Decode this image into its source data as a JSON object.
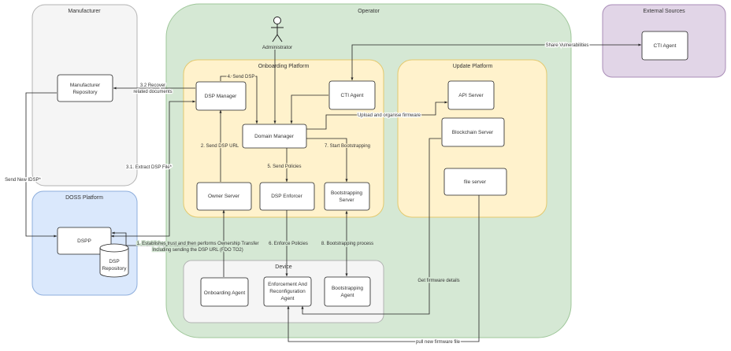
{
  "containers": {
    "manufacturer": "Manufacturer",
    "operator": "Operator",
    "external_sources": "External Sources",
    "doss_platform": "DOSS Platform",
    "onboarding_platform": "Onboarding Platform",
    "update_platform": "Update Platform",
    "device": "Device"
  },
  "actor": {
    "administrator": "Administrator"
  },
  "nodes": {
    "manufacturer_repository": [
      "Manufacturer",
      "Repository"
    ],
    "dsp_manager": "DSP Manager",
    "cti_agent_onboarding": "CTI Agent",
    "domain_manager": "Domain Manager",
    "owner_server": "Owner Server",
    "dsp_enforcer": "DSP Enforcer",
    "bootstrapping_server": [
      "Bootstrapping",
      "Server"
    ],
    "api_server": "API Server",
    "blockchain_server": "Blockchain Server",
    "file_server": "file server",
    "cti_agent_external": "CTI Agent",
    "dspp": "DSPP",
    "dsp_repository": [
      "DSP",
      "Repository"
    ],
    "onboarding_agent": "Onboarding Agent",
    "enforcement_agent": [
      "Enforcement And",
      "Reconfiguration",
      "Agent"
    ],
    "bootstrapping_agent": [
      "Bootstrapping",
      "Agent"
    ]
  },
  "edge_labels": {
    "send_dsp": "4. Send DSP",
    "recover_docs": [
      "3.2 Recover",
      "related documents"
    ],
    "share_vulnerabilities": "Share Vulnerabilities",
    "upload_firmware": "Upload and organise firmware",
    "send_dsp_url": "2. Send DSP URL",
    "start_bootstrapping": "7. Start Bootstrapping",
    "send_policies": "5. Send Policies",
    "extract_dsp_file": "3.1. Extract DSP File*",
    "send_new_idsp": "Send New IDSP*",
    "establish_trust": [
      "1. Establishes trust and then performs Ownership Transfer",
      "Including sending the DSP URL (FDO TO2)"
    ],
    "enforce_policies": "6. Enforce Policies",
    "bootstrapping_process": "8. Bootstrapping process",
    "get_firmware_details": "Get firmware details",
    "pull_firmware_file": "pull new firmware file"
  },
  "colors": {
    "manufacturer_fill": "#f5f5f5",
    "operator_fill": "#d5e8d4",
    "external_fill": "#e1d5e7",
    "doss_fill": "#dae8fc",
    "platform_fill": "#fff2cc",
    "device_fill": "#f5f5f5"
  }
}
